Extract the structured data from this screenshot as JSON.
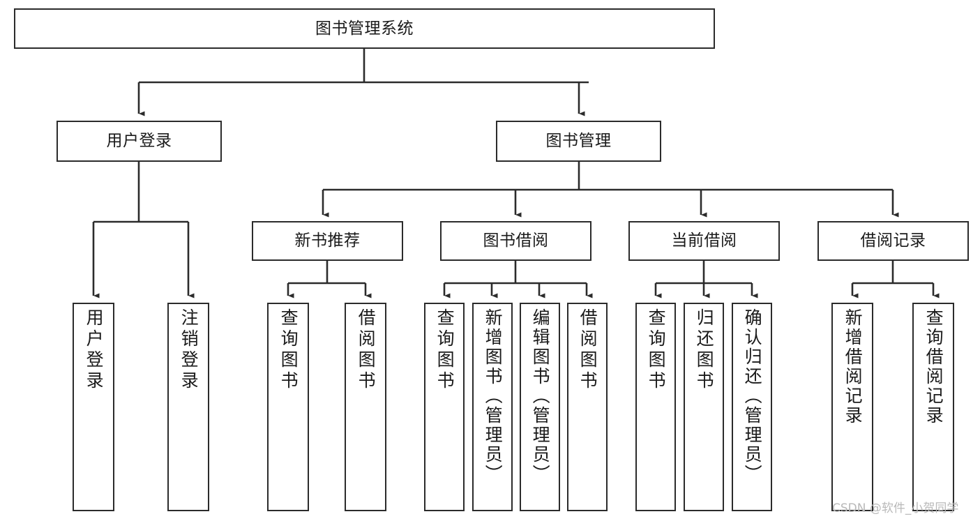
{
  "diagram": {
    "type": "tree",
    "title": "图书管理系统",
    "style": {
      "box_border_color": "#2b2b2b",
      "box_fill_color": "#ffffff",
      "edge_color": "#2b2b2b",
      "text_color": "#1a1a1a",
      "background": "#ffffff"
    },
    "root": {
      "label": "图书管理系统"
    },
    "level1": [
      {
        "label": "用户登录"
      },
      {
        "label": "图书管理"
      }
    ],
    "level2": [
      {
        "label": "新书推荐"
      },
      {
        "label": "图书借阅"
      },
      {
        "label": "当前借阅"
      },
      {
        "label": "借阅记录"
      }
    ],
    "leaves": {
      "user_login": [
        {
          "label": "用户登录"
        },
        {
          "label": "注销登录"
        }
      ],
      "new_book_recommend": [
        {
          "label": "查询图书"
        },
        {
          "label": "借阅图书"
        }
      ],
      "book_borrow": [
        {
          "label": "查询图书"
        },
        {
          "label": "新增图书（管理员）"
        },
        {
          "label": "编辑图书（管理员）"
        },
        {
          "label": "借阅图书"
        }
      ],
      "current_borrow": [
        {
          "label": "查询图书"
        },
        {
          "label": "归还图书"
        },
        {
          "label": "确认归还（管理员）"
        }
      ],
      "borrow_record": [
        {
          "label": "新增借阅记录"
        },
        {
          "label": "查询借阅记录"
        }
      ]
    }
  },
  "watermark": {
    "text": "CSDN @软件_小贺同学"
  }
}
